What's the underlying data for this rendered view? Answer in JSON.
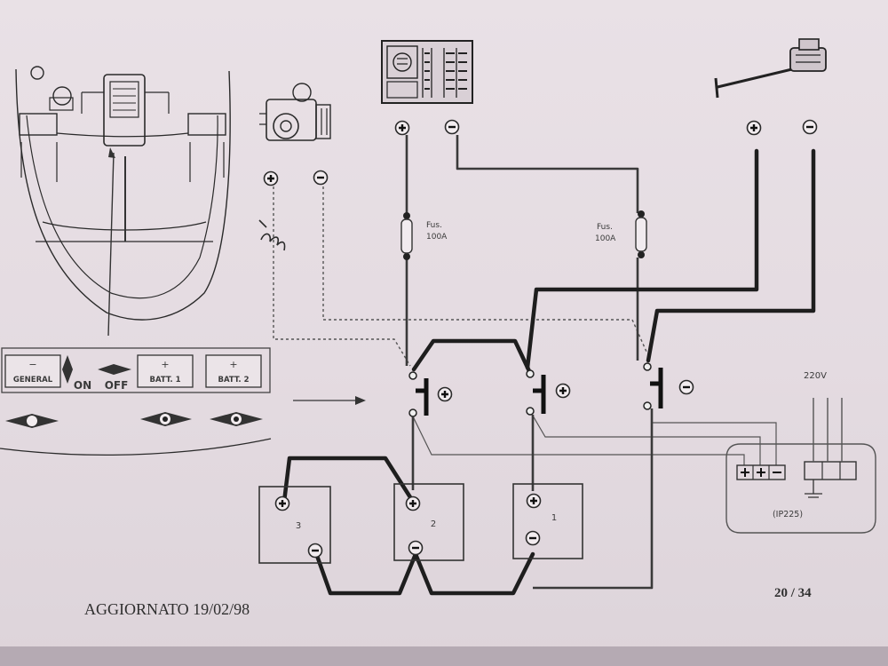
{
  "panel": {
    "general_label": "GENERAL",
    "on_label": "ON",
    "off_label": "OFF",
    "batt1_label": "BATT. 1",
    "batt2_label": "BATT. 2",
    "minus_sign": "−",
    "plus_sign": "+"
  },
  "fuses": [
    {
      "label_line1": "Fus.",
      "label_line2": "100A"
    },
    {
      "label_line1": "Fus.",
      "label_line2": "100A"
    }
  ],
  "batteries": [
    {
      "number": "3"
    },
    {
      "number": "2"
    },
    {
      "number": "1"
    }
  ],
  "charger": {
    "label": "(IP225)",
    "voltage": "220V"
  },
  "footer": {
    "updated": "AGGIORNATO 19/02/98",
    "page": "20 / 34"
  },
  "colors": {
    "paper": "#e6dde3",
    "ink": "#1e1e1e"
  }
}
